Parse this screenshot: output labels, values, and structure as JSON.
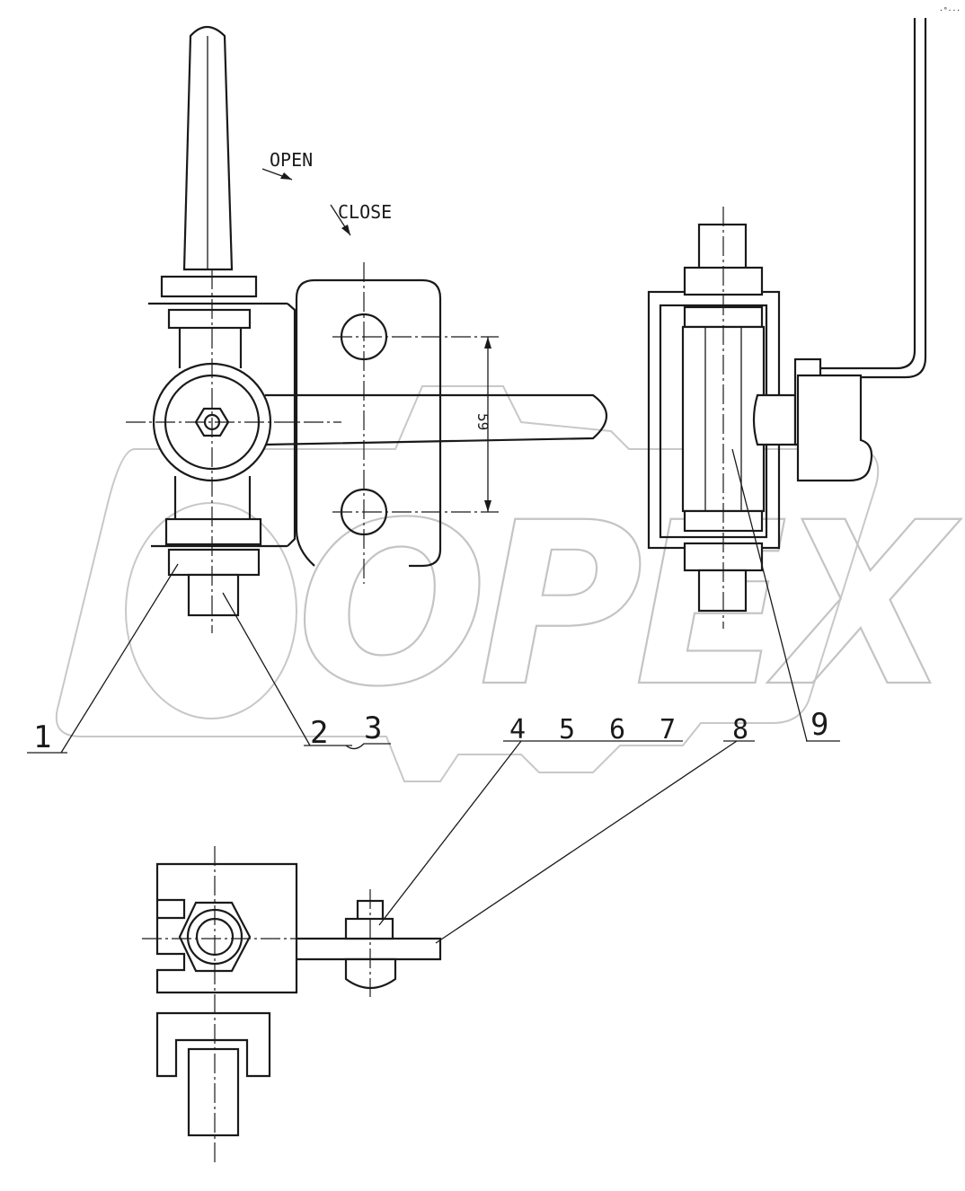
{
  "annotations": {
    "open_label": "OPEN",
    "close_label": "CLOSE",
    "dimension_value": "59",
    "corner_mark": "·°···"
  },
  "callouts": [
    "1",
    "2",
    "3",
    "4",
    "5",
    "6",
    "7",
    "8",
    "9"
  ],
  "watermark": {
    "text": "OPEX"
  }
}
